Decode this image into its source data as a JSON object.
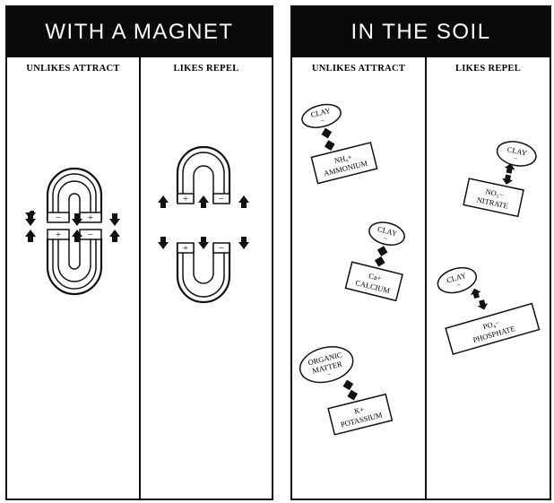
{
  "panels": [
    {
      "title": "WITH A MAGNET",
      "columns": [
        "UNLIKES ATTRACT",
        "LIKES REPEL"
      ],
      "magnet_poles": {
        "plus": "+",
        "minus": "−"
      }
    },
    {
      "title": "IN THE SOIL",
      "columns": [
        "UNLIKES ATTRACT",
        "LIKES REPEL"
      ],
      "items": {
        "ammonium": {
          "clay": "CLAY",
          "clay_charge": "−",
          "ion": "NH₄+",
          "name": "AMMONIUM"
        },
        "calcium": {
          "clay": "CLAY",
          "clay_charge": "−",
          "ion": "Ca+",
          "name": "CALCIUM"
        },
        "potassium": {
          "clay": "ORGANIC",
          "clay2": "MATTER",
          "clay_charge": "−",
          "ion": "K+",
          "name": "POTASSIUM"
        },
        "nitrate": {
          "clay": "CLAY",
          "clay_charge": "−",
          "ion": "NO₃−",
          "name": "NITRATE"
        },
        "phosphate": {
          "clay": "CLAY",
          "clay_charge": "−",
          "ion": "PO₄−",
          "name": "PHOSPHATE"
        }
      }
    }
  ]
}
